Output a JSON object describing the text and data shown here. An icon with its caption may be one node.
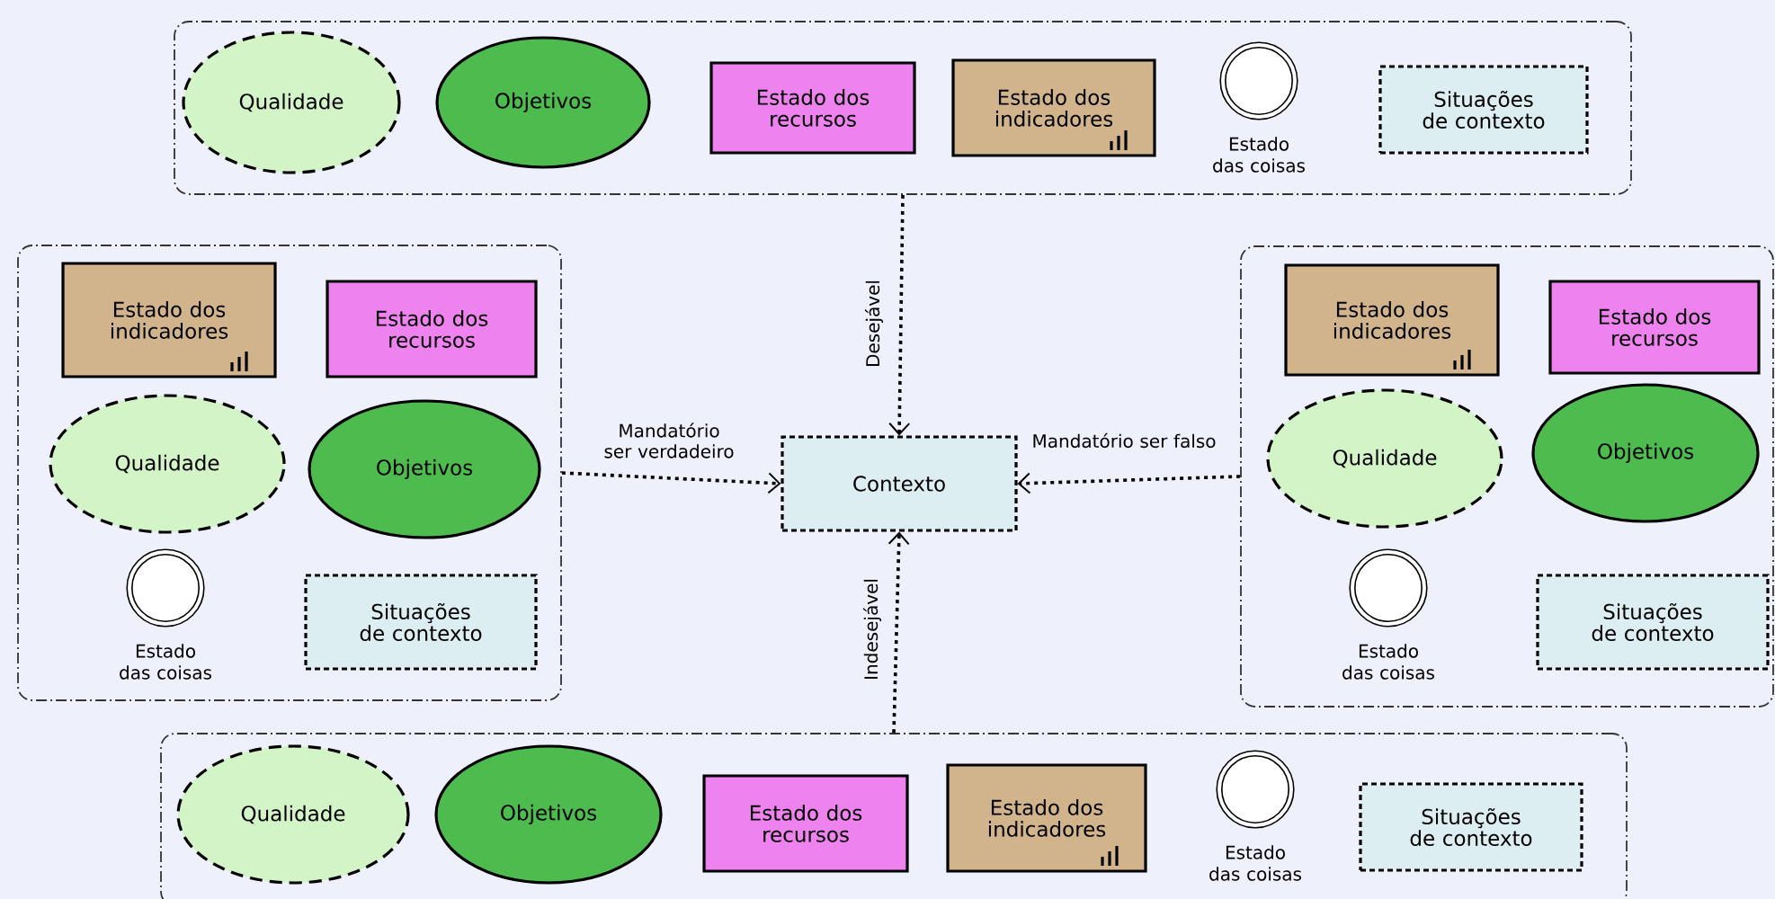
{
  "diagram": {
    "nodes": [
      {
        "text": [],
        "shape": "box"
      },
      {
        "text": [
          "Qualidade"
        ],
        "in": 0
      },
      {
        "text": [
          "Objetivos"
        ],
        "in": 0
      },
      {
        "text": [
          "Estado dos recursos"
        ],
        "in": 0
      },
      {
        "text": [
          "Estado dos indicadores"
        ],
        "in": 0
      },
      {
        "text": [],
        "shape": "circle",
        "beside": [
          "Estado das coisas"
        ],
        "in": 0
      },
      {
        "text": [
          "Situações de contexto"
        ],
        "in": 0
      },
      {
        "text": [],
        "shape": "box"
      },
      {
        "text": [
          "Estado dos indicadores"
        ],
        "in": 7
      },
      {
        "text": [
          "Estado dos recursos"
        ],
        "in": 7
      },
      {
        "text": [
          "Qualidade"
        ],
        "in": 7
      },
      {
        "text": [
          "Objetivos"
        ],
        "in": 7
      },
      {
        "text": [],
        "shape": "circle",
        "beside": [
          "Estado das coisas"
        ],
        "in": 7
      },
      {
        "text": [
          "Situações de contexto"
        ],
        "in": 7
      },
      {
        "text": [
          "Contexto"
        ]
      },
      {
        "text": [],
        "shape": "box"
      },
      {
        "text": [
          "Estado dos indicadores"
        ],
        "in": 15
      },
      {
        "text": [
          "Estado dos recursos"
        ],
        "in": 15
      },
      {
        "text": [
          "Qualidade"
        ],
        "in": 15
      },
      {
        "text": [
          "Objetivos"
        ],
        "in": 15
      },
      {
        "text": [],
        "shape": "circle",
        "beside": [
          "Estado das coisas"
        ],
        "in": 15
      },
      {
        "text": [
          "Situações de contexto"
        ],
        "in": 15
      },
      {
        "text": [],
        "shape": "box"
      },
      {
        "text": [
          "Qualidade"
        ],
        "in": 22
      },
      {
        "text": [
          "Objetivos"
        ],
        "in": 22
      },
      {
        "text": [
          "Estado dos recursos"
        ],
        "in": 22
      },
      {
        "text": [
          "Estado dos indicadores"
        ],
        "in": 22
      },
      {
        "text": [],
        "shape": "circle",
        "beside": [
          "Estado das coisas"
        ],
        "in": 22
      },
      {
        "text": [
          "Situações de contexto"
        ],
        "in": 22
      }
    ],
    "edges": [
      {
        "from": 0,
        "to": 14,
        "arrow": "to",
        "label": "Desejável"
      },
      {
        "from": 7,
        "to": 14,
        "arrow": "to",
        "label": "Mandatório ser verdadeiro"
      },
      {
        "from": 15,
        "to": 14,
        "arrow": "to",
        "label": "Mandatório ser falso"
      },
      {
        "from": 22,
        "to": 14,
        "arrow": "to",
        "label": "Indesejável"
      }
    ]
  }
}
